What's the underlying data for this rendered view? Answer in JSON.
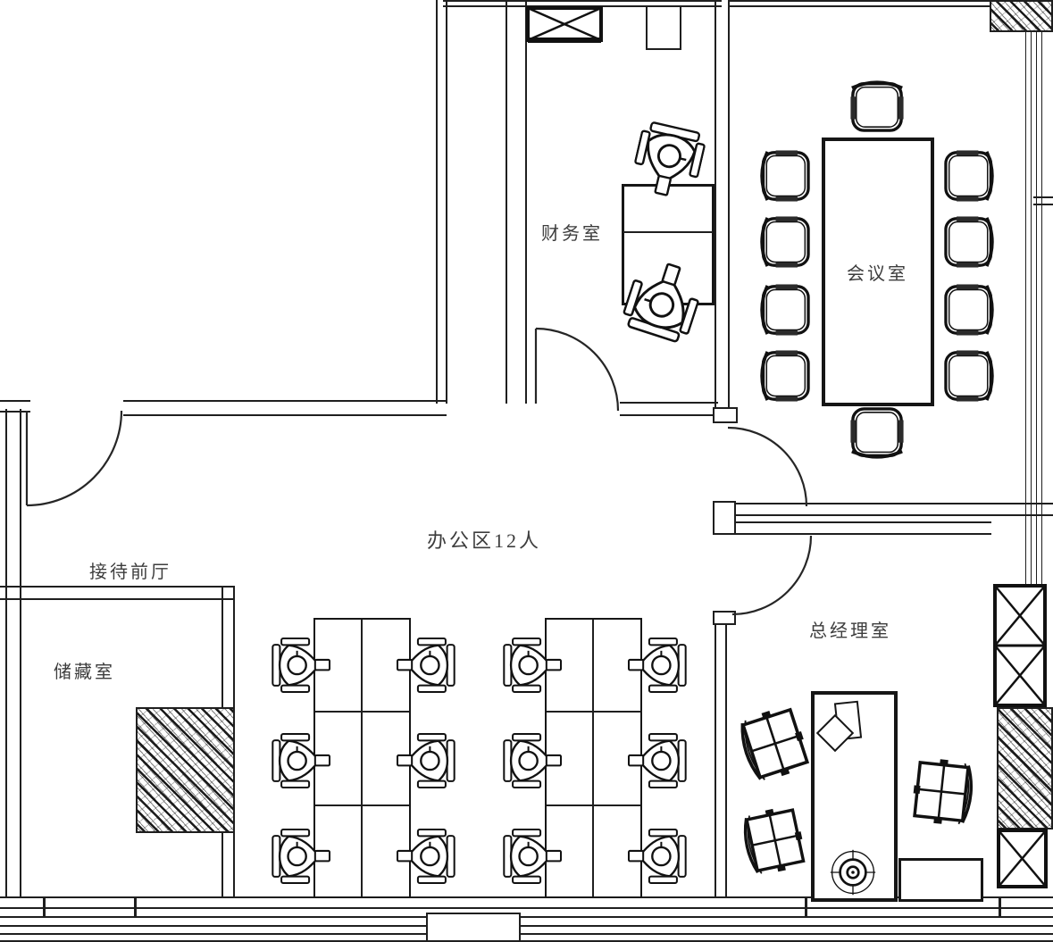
{
  "rooms": {
    "finance": {
      "label": "财务室"
    },
    "conference": {
      "label": "会议室"
    },
    "open_office": {
      "label": "办公区12人"
    },
    "reception": {
      "label": "接待前厅"
    },
    "storage": {
      "label": "储藏室"
    },
    "manager": {
      "label": "总经理室"
    }
  },
  "colors": {
    "line": "#1f1f1f",
    "background": "#ffffff"
  }
}
